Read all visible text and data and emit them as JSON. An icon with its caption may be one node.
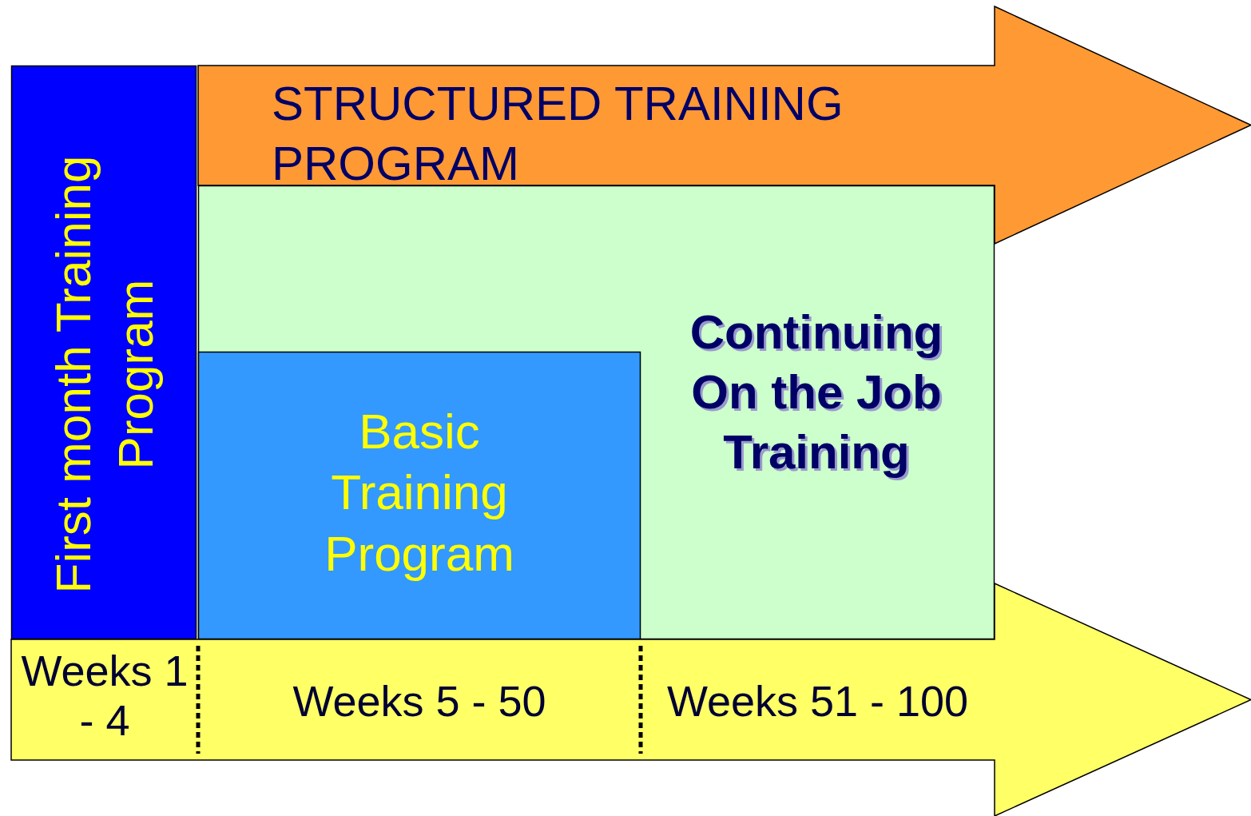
{
  "diagram": {
    "nodes": [
      {
        "text": [
          "STRUCTURED TRAINING PROGRAM"
        ]
      },
      {
        "text": [
          "First month Training Program"
        ]
      },
      {
        "text": [
          "Continuing On the Job Training"
        ]
      },
      {
        "text": [
          "Basic Training Program"
        ],
        "in": 2
      },
      {
        "text": [
          "Weeks 1 - 4",
          "Weeks 5 - 50",
          "Weeks 51 - 100"
        ]
      }
    ]
  }
}
